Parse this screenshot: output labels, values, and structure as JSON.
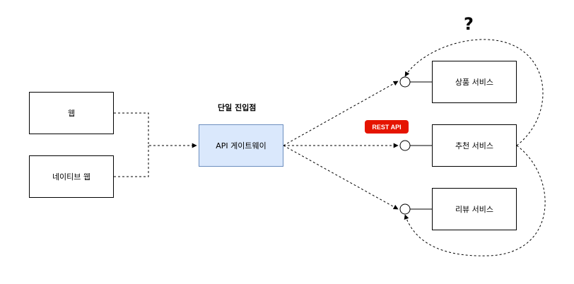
{
  "clients": [
    {
      "id": "web",
      "label": "웹"
    },
    {
      "id": "native",
      "label": "네이티브 웹"
    }
  ],
  "gateway": {
    "label": "API 게이트웨이",
    "caption": "단일 진입점",
    "fill": "#dae8fc",
    "stroke": "#6c8ebf"
  },
  "services": [
    {
      "id": "product",
      "label": "상품 서비스"
    },
    {
      "id": "recommend",
      "label": "추천 서비스"
    },
    {
      "id": "review",
      "label": "리뷰 서비스"
    }
  ],
  "badge": {
    "label": "REST API",
    "color": "#e51400"
  },
  "question": "?"
}
